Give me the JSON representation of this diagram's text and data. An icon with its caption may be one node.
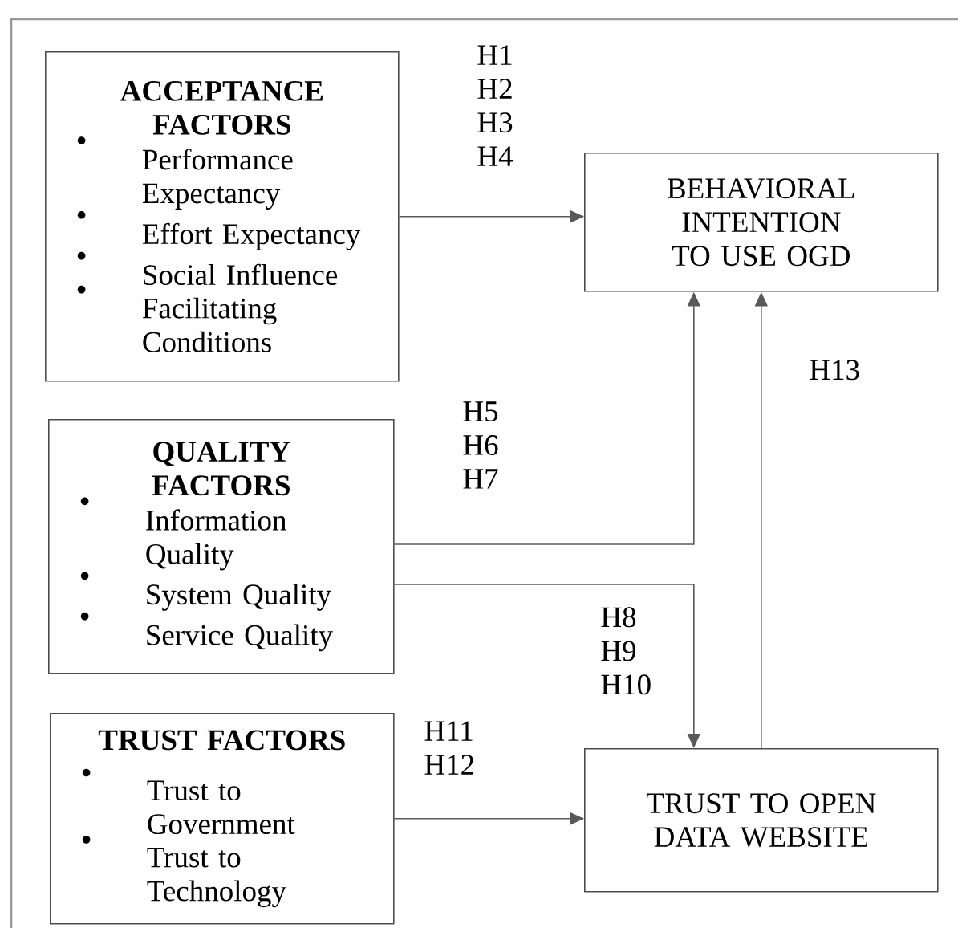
{
  "diagram": {
    "nodes": [
      {
        "text": [
          "ACCEPTANCE FACTORS",
          "Performance Expectancy",
          "Effort Expectancy",
          "Social Influence",
          "Facilitating Conditions"
        ]
      },
      {
        "text": [
          "BEHAVIORAL INTENTION TO USE OGD"
        ]
      },
      {
        "text": [
          "QUALITY FACTORS",
          "Information Quality",
          "System Quality",
          "Service Quality"
        ]
      },
      {
        "text": [
          "TRUST FACTORS",
          "Trust to Government",
          "Trust to Technology"
        ]
      },
      {
        "text": [
          "TRUST TO OPEN DATA WEBSITE"
        ]
      }
    ],
    "edges": [
      {
        "from": 0,
        "to": 1,
        "arrow": "to",
        "label": "H1 H2 H3 H4"
      },
      {
        "from": 2,
        "to": 1,
        "arrow": "to",
        "label": "H5 H6 H7"
      },
      {
        "from": 2,
        "to": 4,
        "arrow": "to",
        "label": "H8 H9 H10"
      },
      {
        "from": 3,
        "to": 4,
        "arrow": "to",
        "label": "H11 H12"
      },
      {
        "from": 4,
        "to": 1,
        "arrow": "to",
        "label": "H13"
      }
    ]
  }
}
